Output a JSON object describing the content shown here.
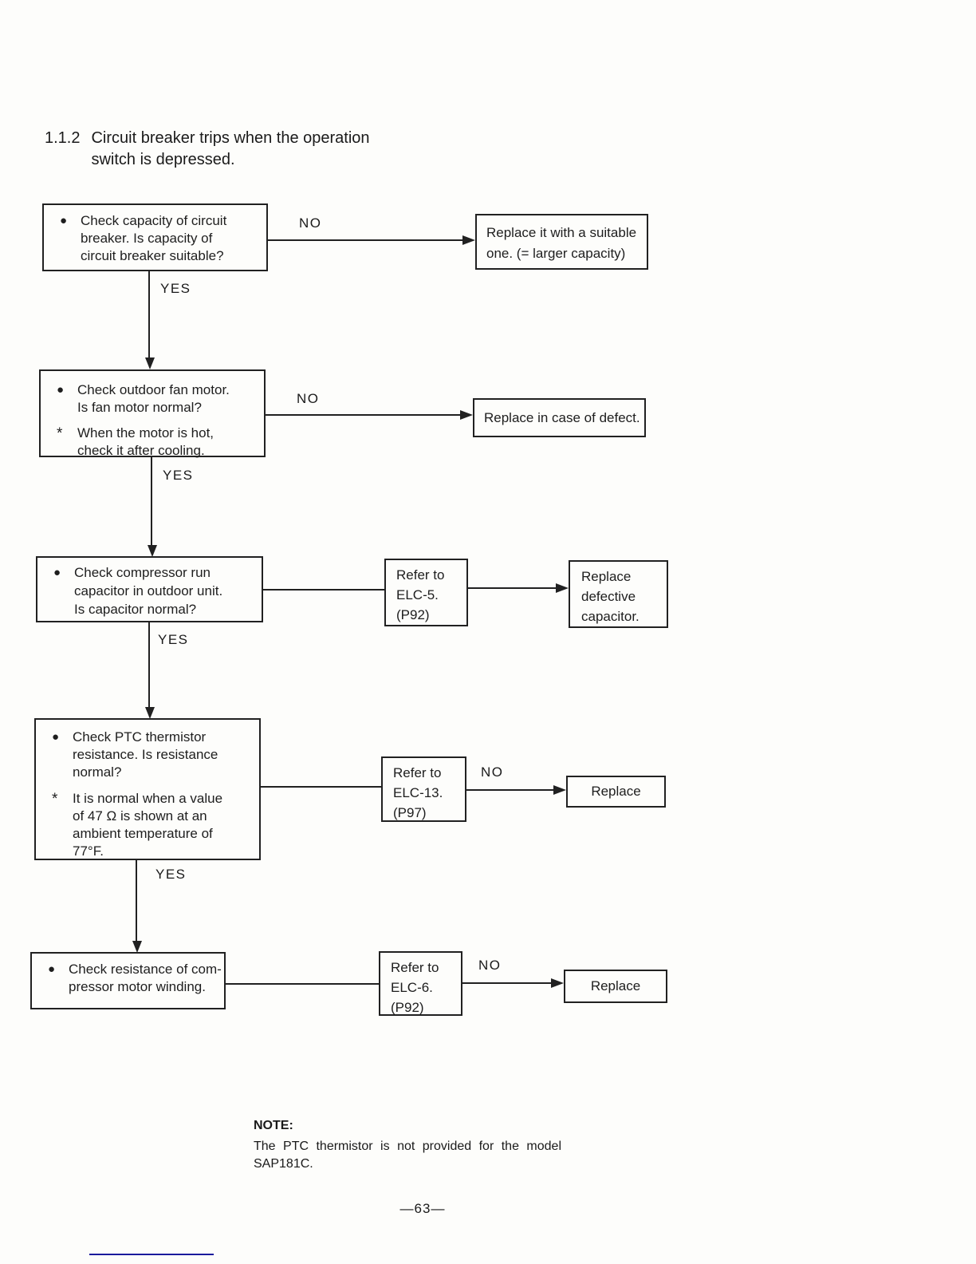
{
  "document": {
    "section_number": "1.1.2",
    "title_lines": [
      "Circuit breaker trips when the operation",
      "switch is depressed."
    ],
    "note": {
      "label": "NOTE:",
      "lines": [
        "The PTC thermistor is not provided for the model",
        "SAP181C."
      ]
    },
    "page_number": "—63—"
  },
  "labels": {
    "yes": "YES",
    "no": "NO",
    "bullet": "●",
    "asterisk": "*"
  },
  "flowchart": {
    "step1": {
      "lines": [
        "Check capacity of circuit",
        "breaker. Is capacity of",
        "circuit breaker suitable?"
      ]
    },
    "result1": {
      "lines": [
        "Replace it with a suitable",
        "one. (= larger capacity)"
      ]
    },
    "step2": {
      "main_lines": [
        "Check outdoor fan motor.",
        "Is fan motor normal?"
      ],
      "note_lines": [
        "When the motor is hot,",
        "check it after cooling."
      ]
    },
    "result2": {
      "lines": [
        "Replace in case of defect."
      ]
    },
    "step3": {
      "lines": [
        "Check compressor run",
        "capacitor in outdoor unit.",
        "Is capacitor normal?"
      ]
    },
    "refer3": {
      "lines": [
        "Refer to",
        "ELC-5.",
        "(P92)"
      ]
    },
    "result3": {
      "lines": [
        "Replace",
        "defective",
        "capacitor."
      ]
    },
    "step4": {
      "main_lines": [
        "Check PTC thermistor",
        "resistance. Is resistance",
        "normal?"
      ],
      "note_lines": [
        "It is normal when a value",
        "of 47 Ω is shown at an",
        "ambient temperature of",
        "77°F."
      ]
    },
    "refer4": {
      "lines": [
        "Refer to",
        "ELC-13.",
        "(P97)"
      ]
    },
    "result4": {
      "text": "Replace"
    },
    "step5": {
      "lines": [
        "Check resistance of com-",
        "pressor motor winding."
      ]
    },
    "refer5": {
      "lines": [
        "Refer to",
        "ELC-6.",
        "(P92)"
      ]
    },
    "result5": {
      "text": "Replace"
    }
  }
}
